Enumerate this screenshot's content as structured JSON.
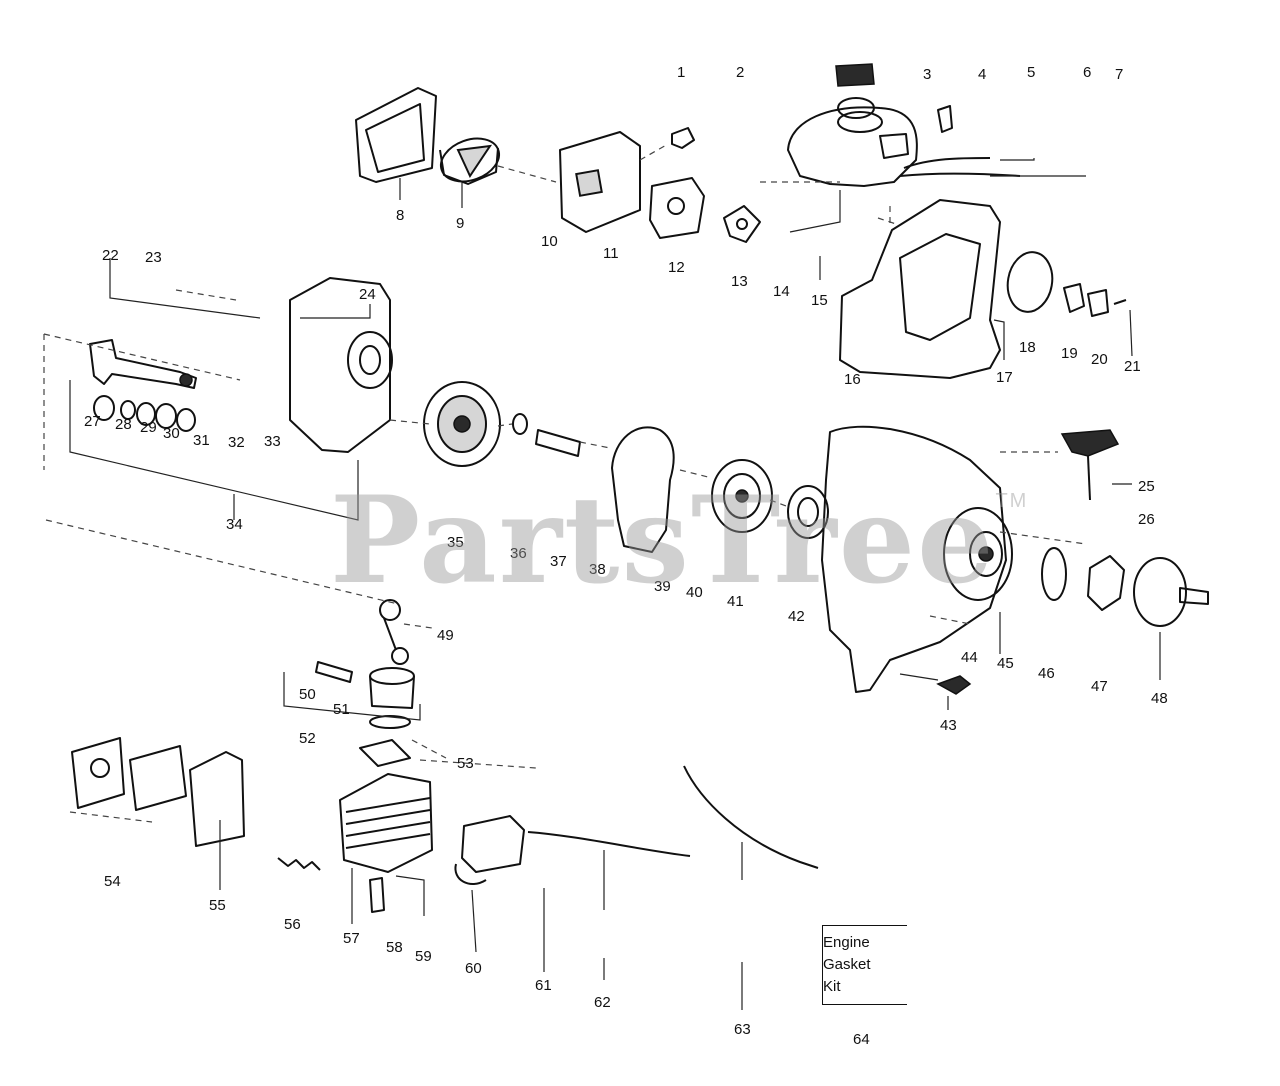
{
  "watermark": {
    "text": "PartsTree",
    "trademark": "TM"
  },
  "kit_box": {
    "line1": "Engine",
    "line2": "Gasket",
    "line3": "Kit"
  },
  "callouts": [
    "1",
    "2",
    "3",
    "4",
    "5",
    "6",
    "7",
    "8",
    "9",
    "10",
    "11",
    "12",
    "13",
    "14",
    "15",
    "16",
    "17",
    "18",
    "19",
    "20",
    "21",
    "22",
    "23",
    "24",
    "25",
    "26",
    "27",
    "28",
    "29",
    "30",
    "31",
    "32",
    "33",
    "34",
    "35",
    "36",
    "37",
    "38",
    "39",
    "40",
    "41",
    "42",
    "43",
    "44",
    "45",
    "46",
    "47",
    "48",
    "49",
    "50",
    "51",
    "52",
    "53",
    "54",
    "55",
    "56",
    "57",
    "58",
    "59",
    "60",
    "61",
    "62",
    "63",
    "64"
  ]
}
